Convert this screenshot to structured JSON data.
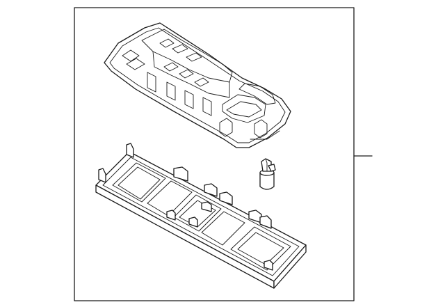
{
  "diagram": {
    "type": "exploded-parts-illustration",
    "frame": "box",
    "parts": [
      {
        "id": "housing",
        "shape": "dome-lamp-housing"
      },
      {
        "id": "lens-cover",
        "shape": "lamp-lens-panel"
      },
      {
        "id": "bulb",
        "shape": "wedge-bulb"
      }
    ],
    "callouts": [
      {
        "label": ""
      }
    ],
    "colors": {
      "line": "#1a1a1a",
      "background": "#ffffff"
    }
  }
}
